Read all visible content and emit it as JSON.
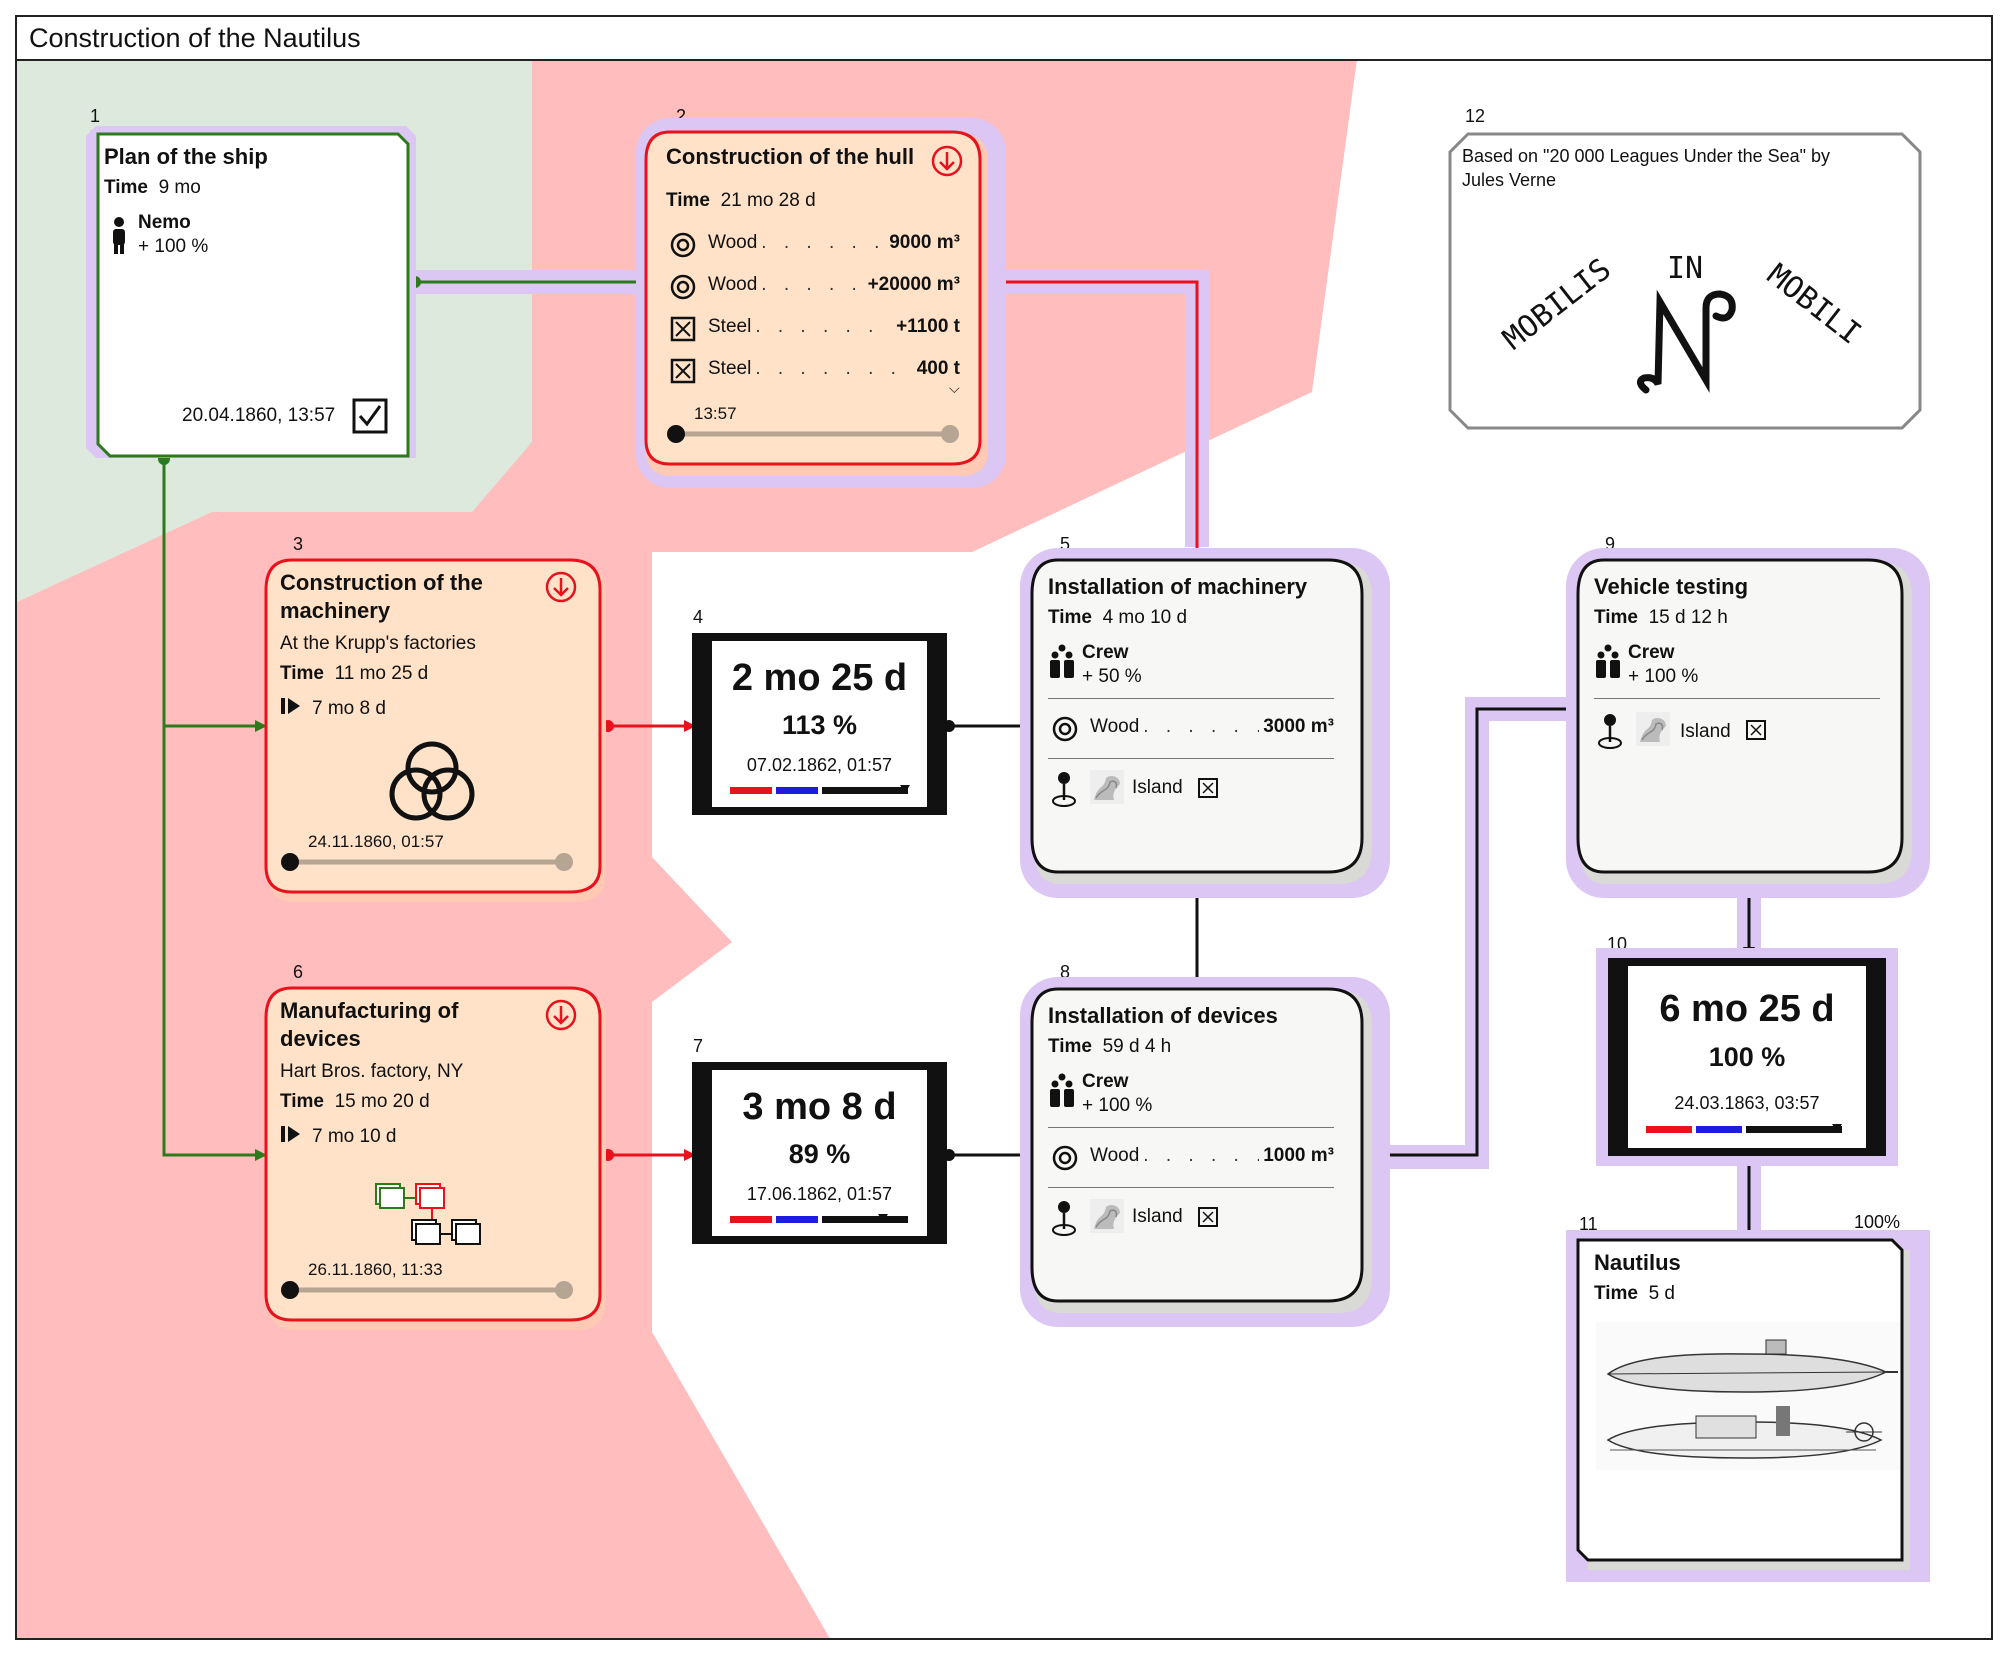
{
  "window": {
    "title": "Construction of the Nautilus"
  },
  "labels": {
    "time": "Time"
  },
  "colors": {
    "danger_zone": "#ffbdbd",
    "safe_zone": "#dde9dc",
    "critical_path": "#dcc6f4",
    "alert": "#e8111c",
    "task_fill": "#ffe2c8",
    "done_border": "#2c7a1c"
  },
  "nodes": {
    "n1": {
      "num": "1",
      "title": "Plan of the ship",
      "time": "9 mo",
      "person": "Nemo",
      "person_pct": "+ 100 %",
      "date": "20.04.1860, 13:57"
    },
    "n2": {
      "num": "2",
      "title": "Construction of the hull",
      "time": "21 mo 28 d",
      "resources": [
        {
          "icon": "wood-icon",
          "name": "Wood",
          "value": "9000 m³"
        },
        {
          "icon": "wood-icon",
          "name": "Wood",
          "value": "+20000 m³"
        },
        {
          "icon": "steel-icon",
          "name": "Steel",
          "value": "+1100 t"
        },
        {
          "icon": "steel-icon",
          "name": "Steel",
          "value": "400 t"
        }
      ],
      "date": "13:57",
      "progress": 0
    },
    "n3": {
      "num": "3",
      "title_line1": "Construction of the",
      "title_line2": "machinery",
      "subtitle": "At the Krupp's factories",
      "time": "11 mo 25 d",
      "duration": "7 mo 8 d",
      "date": "24.11.1860, 01:57",
      "progress": 0
    },
    "n4": {
      "num": "4",
      "big": "2 mo 25 d",
      "pct": "113 %",
      "date": "07.02.1862, 01:57"
    },
    "n5": {
      "num": "5",
      "title": "Installation of machinery",
      "time": "4 mo 10 d",
      "crew": "Crew",
      "crew_pct": "+ 50 %",
      "resource": {
        "name": "Wood",
        "value": "3000 m³"
      },
      "location": "Island"
    },
    "n6": {
      "num": "6",
      "title_line1": "Manufacturing of",
      "title_line2": "devices",
      "subtitle": "Hart Bros. factory, NY",
      "time": "15 mo 20 d",
      "duration": "7 mo 10 d",
      "date": "26.11.1860, 11:33",
      "progress": 0
    },
    "n7": {
      "num": "7",
      "big": "3 mo 8 d",
      "pct": "89 %",
      "date": "17.06.1862, 01:57"
    },
    "n8": {
      "num": "8",
      "title": "Installation of devices",
      "time": "59 d 4 h",
      "crew": "Crew",
      "crew_pct": "+ 100 %",
      "resource": {
        "name": "Wood",
        "value": "1000 m³"
      },
      "location": "Island"
    },
    "n9": {
      "num": "9",
      "title": "Vehicle testing",
      "time": "15 d 12 h",
      "crew": "Crew",
      "crew_pct": "+ 100 %",
      "location": "Island"
    },
    "n10": {
      "num": "10",
      "big": "6 mo 25 d",
      "pct": "100 %",
      "date": "24.03.1863, 03:57"
    },
    "n11": {
      "num": "11",
      "title": "Nautilus",
      "time": "5 d",
      "pct_label": "100%"
    },
    "n12": {
      "num": "12",
      "line1": "Based on \"20 000 Leagues Under the Sea\" by",
      "line2": "Jules Verne",
      "motto_left": "MOBILIS",
      "motto_mid": "IN",
      "motto_right": "MOBILI"
    }
  }
}
